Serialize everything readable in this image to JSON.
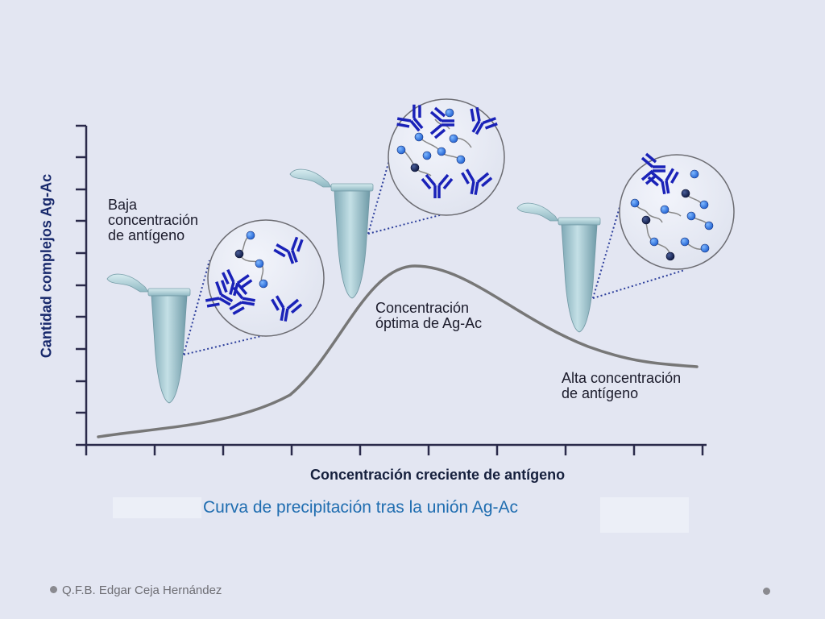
{
  "axes": {
    "y_label": "Cantidad complejos Ag-Ac",
    "x_label": "Concentración creciente de antígeno"
  },
  "labels": {
    "low": [
      "Baja",
      "concentración",
      "de antígeno"
    ],
    "optimal": [
      "Concentración",
      "óptima de Ag-Ac"
    ],
    "high": [
      "Alta concentración",
      "de antígeno"
    ]
  },
  "caption": "Curva de precipitación tras la unión  Ag-Ac",
  "footer": "Q.F.B. Edgar Ceja Hernández",
  "colors": {
    "background": "#e3e6f2",
    "axis": "#2a2a4a",
    "curve": "#777777",
    "antibody": "#1a22b8",
    "antigen": "#1e6fd8",
    "antigen_dark": "#14225a",
    "tube": "#9fc4cf",
    "caption": "#1f6db0"
  },
  "icons": [
    "antibody-icon",
    "antigen-icon",
    "microtube-icon",
    "magnifier-circle"
  ]
}
